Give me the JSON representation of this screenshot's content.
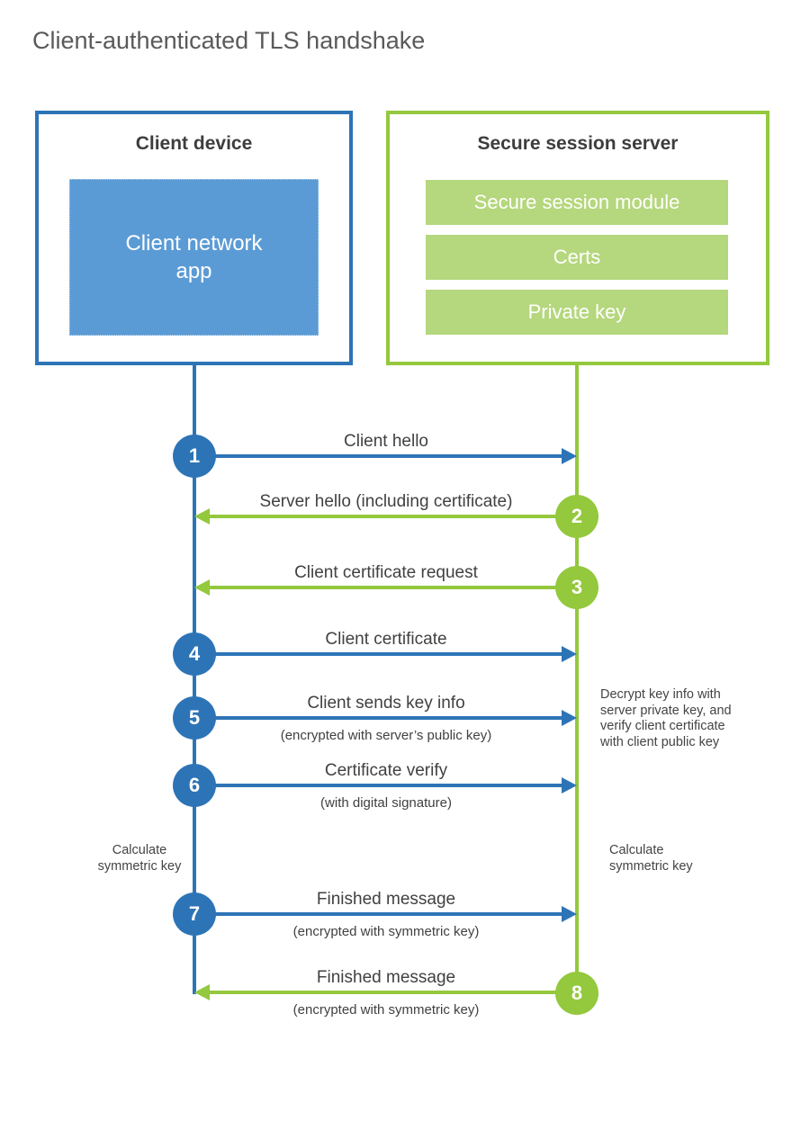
{
  "title": "Client-authenticated TLS handshake",
  "client": {
    "title": "Client device",
    "app": "Client network\napp"
  },
  "server": {
    "title": "Secure session server",
    "modules": [
      "Secure session module",
      "Certs",
      "Private key"
    ]
  },
  "steps": [
    {
      "num": "1",
      "label": "Client hello",
      "direction": "client-to-server"
    },
    {
      "num": "2",
      "label": "Server hello (including certificate)",
      "direction": "server-to-client"
    },
    {
      "num": "3",
      "label": "Client certificate request",
      "direction": "server-to-client"
    },
    {
      "num": "4",
      "label": "Client certificate",
      "direction": "client-to-server"
    },
    {
      "num": "5",
      "label": "Client sends key info",
      "sub": "(encrypted with server’s public key)",
      "direction": "client-to-server"
    },
    {
      "num": "6",
      "label": "Certificate verify",
      "sub": "(with digital signature)",
      "direction": "client-to-server"
    },
    {
      "num": "7",
      "label": "Finished message",
      "sub": "(encrypted with symmetric key)",
      "direction": "client-to-server"
    },
    {
      "num": "8",
      "label": "Finished message",
      "sub": "(encrypted with symmetric key)",
      "direction": "server-to-client"
    }
  ],
  "notes": {
    "server_note": "Decrypt key info with\nserver private key, and\nverify client certificate\nwith client public key",
    "calc_left": "Calculate\nsymmetric key",
    "calc_right": "Calculate\nsymmetric key"
  },
  "colors": {
    "blue": "#2d74b7",
    "blue_fill": "#5b9bd5",
    "green": "#94c83d",
    "green_fill": "#b5d77d"
  }
}
